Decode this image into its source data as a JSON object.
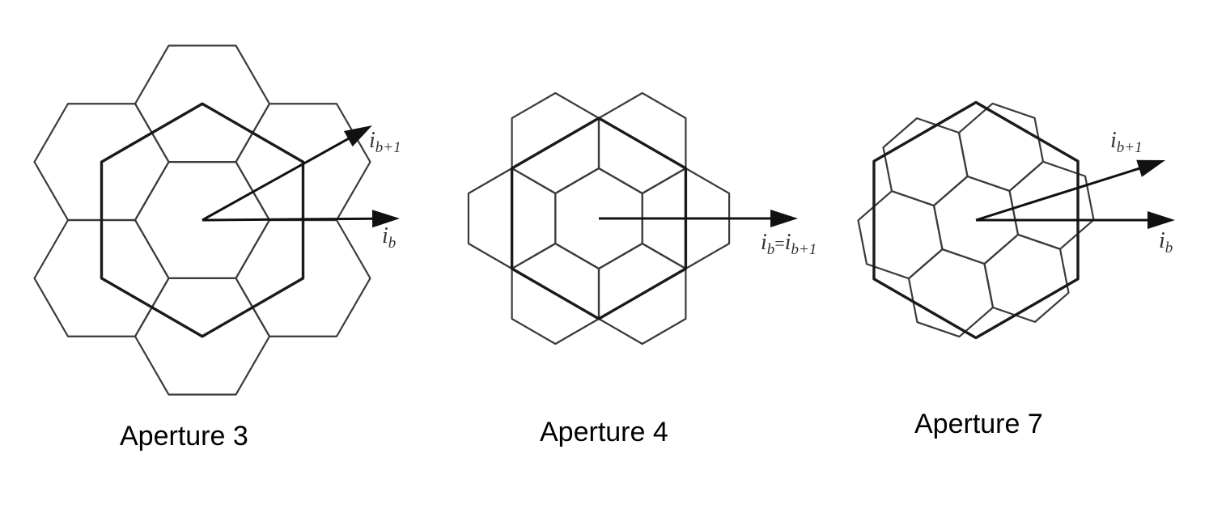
{
  "panels": [
    {
      "caption": "Aperture 3",
      "axis_labels": {
        "upper": {
          "base": "i",
          "subscript": "b+1"
        },
        "lower": {
          "base": "i",
          "subscript": "b"
        }
      }
    },
    {
      "caption": "Aperture 4",
      "axis_labels": {
        "combined": {
          "base1": "i",
          "sub1": "b",
          "equals": "=",
          "base2": "i",
          "sub2": "b+1"
        }
      }
    },
    {
      "caption": "Aperture 7",
      "axis_labels": {
        "upper": {
          "base": "i",
          "subscript": "b+1"
        },
        "lower": {
          "base": "i",
          "subscript": "b"
        }
      }
    }
  ]
}
